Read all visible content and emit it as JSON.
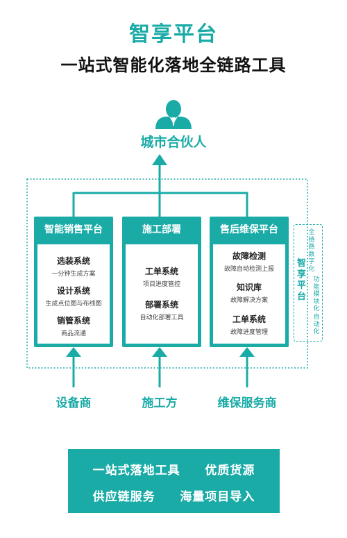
{
  "header": {
    "title": "智享平台",
    "subtitle": "一站式智能化落地全链路工具"
  },
  "top_node": {
    "label": "城市合伙人",
    "icon": "person-icon"
  },
  "cards": [
    {
      "title": "智能销售平台",
      "items": [
        {
          "name": "选装系统",
          "desc": "一分钟生成方案"
        },
        {
          "name": "设计系统",
          "desc": "生成点位图与布线图"
        },
        {
          "name": "销管系统",
          "desc": "商品流通"
        }
      ]
    },
    {
      "title": "施工部署",
      "items": [
        {
          "name": "工单系统",
          "desc": "项目进度管控"
        },
        {
          "name": "部署系统",
          "desc": "自动化部署工具"
        }
      ]
    },
    {
      "title": "售后维保平台",
      "items": [
        {
          "name": "故障检测",
          "desc": "故障自动检测上报"
        },
        {
          "name": "知识库",
          "desc": "故障解决方案"
        },
        {
          "name": "工单系统",
          "desc": "故障进度管理"
        }
      ]
    }
  ],
  "side_panel": {
    "title": "智享平台",
    "lines": [
      "全链路数字化",
      "功能模块化",
      "自动化"
    ]
  },
  "bottom_nodes": [
    "设备商",
    "施工方",
    "维保服务商"
  ],
  "banner": {
    "row1": [
      "一站式落地工具",
      "优质货源"
    ],
    "row2": [
      "供应链服务",
      "海量项目导入"
    ]
  },
  "colors": {
    "accent": "#1aaba7",
    "text": "#111111"
  }
}
